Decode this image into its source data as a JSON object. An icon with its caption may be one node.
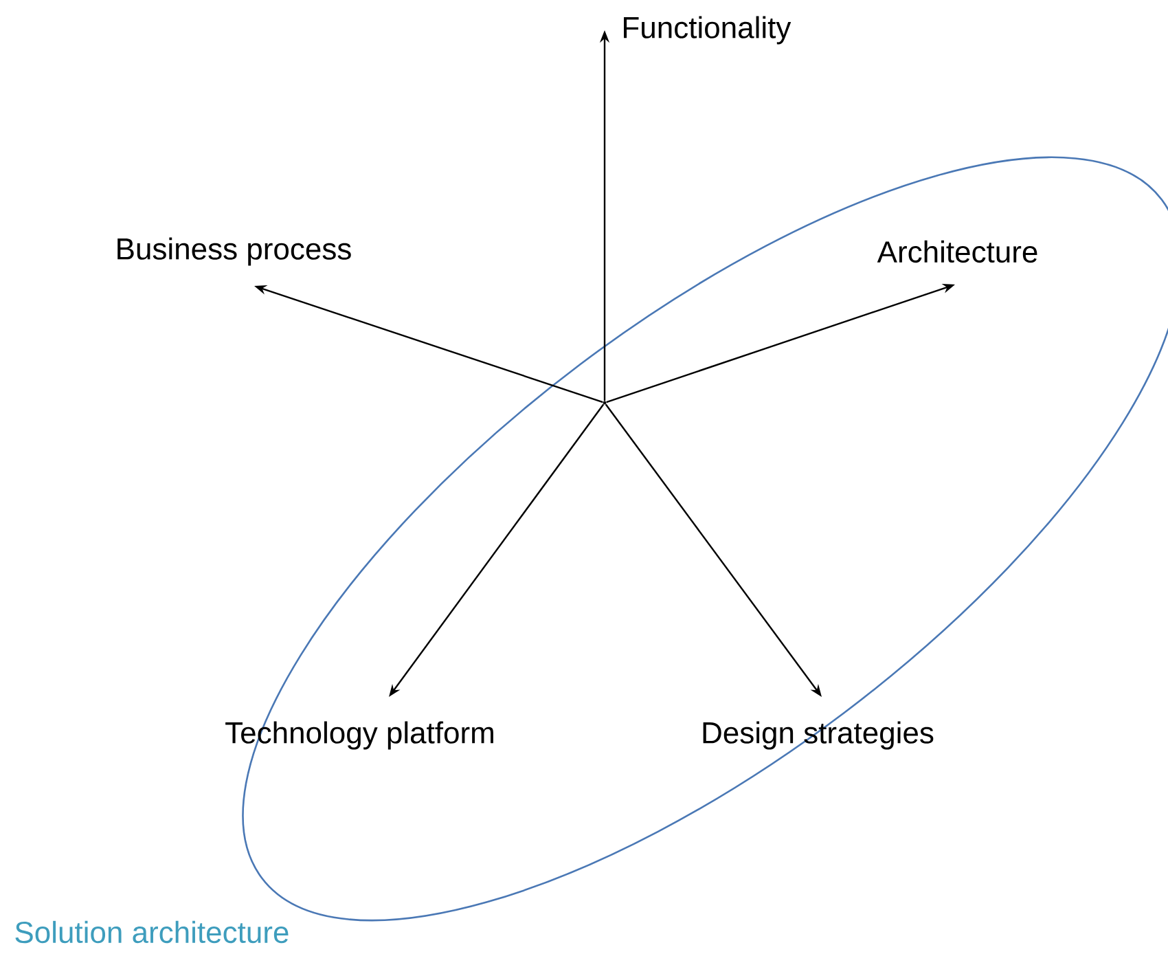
{
  "diagram": {
    "nodes": [
      {
        "text": [
          "Functionality"
        ]
      },
      {
        "text": [
          "Business process"
        ]
      },
      {
        "text": [
          "Architecture"
        ],
        "in": 5
      },
      {
        "text": [
          "Technology platform"
        ]
      },
      {
        "text": [
          "Design strategies"
        ]
      },
      {
        "text": [
          "Solution architecture"
        ]
      },
      {
        "text": [],
        "shape": "point",
        "in": 5
      }
    ],
    "edges": [
      {
        "from": 6,
        "to": 0,
        "arrow": "to"
      },
      {
        "from": 6,
        "to": 1,
        "arrow": "to"
      },
      {
        "from": 6,
        "to": 2,
        "arrow": "to"
      },
      {
        "from": 6,
        "to": 3,
        "arrow": "to"
      },
      {
        "from": 6,
        "to": 4,
        "arrow": "to"
      }
    ]
  }
}
